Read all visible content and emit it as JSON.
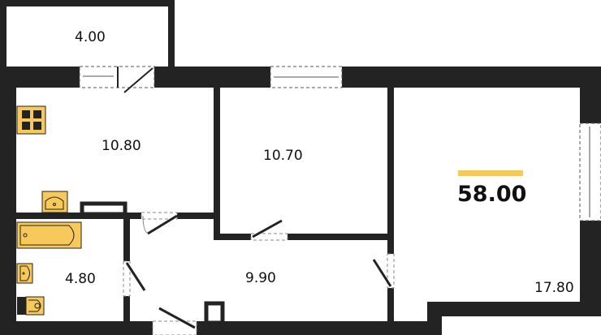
{
  "plan": {
    "total_area": "58.00",
    "accent_color": "#f7c85a",
    "wall_color": "#232323",
    "fixture_fill": "#f7c85a",
    "rooms": [
      {
        "id": "balcony",
        "area": "4.00"
      },
      {
        "id": "kitchen",
        "area": "10.80"
      },
      {
        "id": "bedroom",
        "area": "10.70"
      },
      {
        "id": "living-room",
        "area": "17.80"
      },
      {
        "id": "bathroom",
        "area": "4.80"
      },
      {
        "id": "hallway",
        "area": "9.90"
      }
    ]
  }
}
